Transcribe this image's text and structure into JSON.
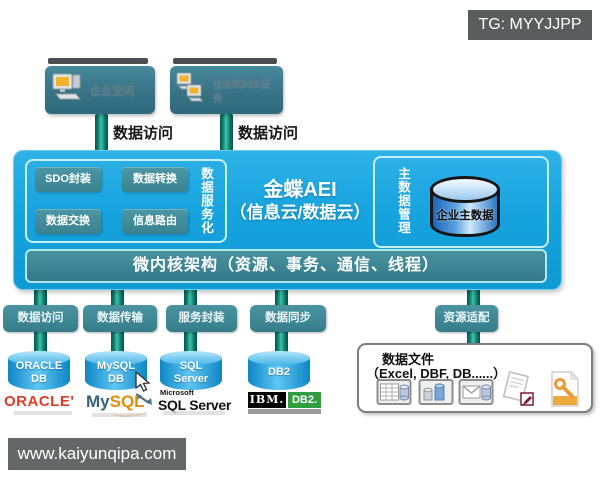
{
  "colors": {
    "main_blue": "#17a3de",
    "panel_teal": "#3a8290",
    "pipe_teal": "#0f7b6d",
    "cylinder_blue": "#0f86c6",
    "master_cylinder_blue": "#2a76c4",
    "badge_gray": "#5b5c5e",
    "oracle_red": "#e23a28",
    "mysql_orange": "#e8890c",
    "db2_green": "#2f9e41"
  },
  "badges": {
    "tg": "TG: MYYJJPP",
    "site": "www.kaiyunqipa.com"
  },
  "top_apps": [
    {
      "label": "企业空间",
      "icon": "workstation-icon",
      "access_label": "数据访问"
    },
    {
      "label": "企业间B2B服务",
      "icon": "dual-workstation-icon",
      "access_label": "数据访问"
    }
  ],
  "platform": {
    "title": "金蝶AEI",
    "subtitle": "（信息云/数据云）",
    "data_service": {
      "vertical_label": "数据服务化",
      "buttons": [
        "SDO封装",
        "数据转换",
        "数据交换",
        "信息路由"
      ]
    },
    "master_data": {
      "vertical_label": "主数据管理",
      "cylinder_label": "企业主数据",
      "icon": "database-cylinder-icon"
    },
    "kernel_bar": "微内核架构（资源、事务、通信、线程）"
  },
  "adapters": [
    {
      "label": "数据访问"
    },
    {
      "label": "数据传输"
    },
    {
      "label": "服务封装"
    },
    {
      "label": "数据同步"
    },
    {
      "label": "资源适配"
    }
  ],
  "databases": [
    {
      "line1": "ORACLE",
      "line2": "DB"
    },
    {
      "line1": "MySQL",
      "line2": "DB"
    },
    {
      "line1": "SQL",
      "line2": "Server"
    },
    {
      "line1": "DB2",
      "line2": ""
    }
  ],
  "logos": {
    "oracle": "ORACLE'",
    "mysql": {
      "part1": "My",
      "part2": "SQL"
    },
    "sqlserver": {
      "small": "Microsoft",
      "big": "SQL Server"
    },
    "ibm_db2": {
      "ibm": "IBM.",
      "db2": "DB2."
    }
  },
  "files_panel": {
    "title": "数据文件",
    "subtitle": "（Excel, DBF, DB......）",
    "icons": [
      "spreadsheet-db-icon",
      "chart-db-icon",
      "mail-db-icon",
      "document-pen-icon",
      "config-file-icon"
    ]
  }
}
